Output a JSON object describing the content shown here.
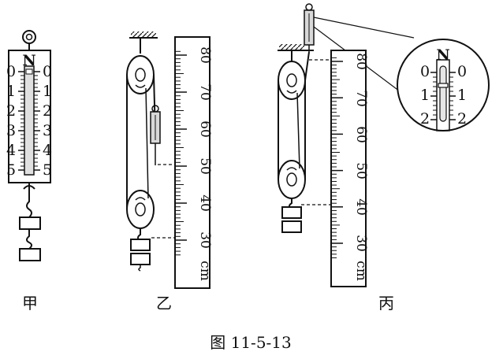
{
  "figure": {
    "caption": "图 11-5-13"
  },
  "panels": [
    {
      "label": "甲"
    },
    {
      "label": "乙"
    },
    {
      "label": "丙"
    }
  ],
  "spring_scale": {
    "unit": "N",
    "ticks_left": [
      "0",
      "1",
      "2",
      "3",
      "4",
      "5"
    ],
    "ticks_right": [
      "0",
      "1",
      "2",
      "3",
      "4",
      "5"
    ],
    "magnified_ticks": [
      "0",
      "1",
      "2"
    ]
  },
  "ruler": {
    "unit": "cm",
    "ticks": [
      "30",
      "40",
      "50",
      "60",
      "70",
      "80"
    ]
  }
}
